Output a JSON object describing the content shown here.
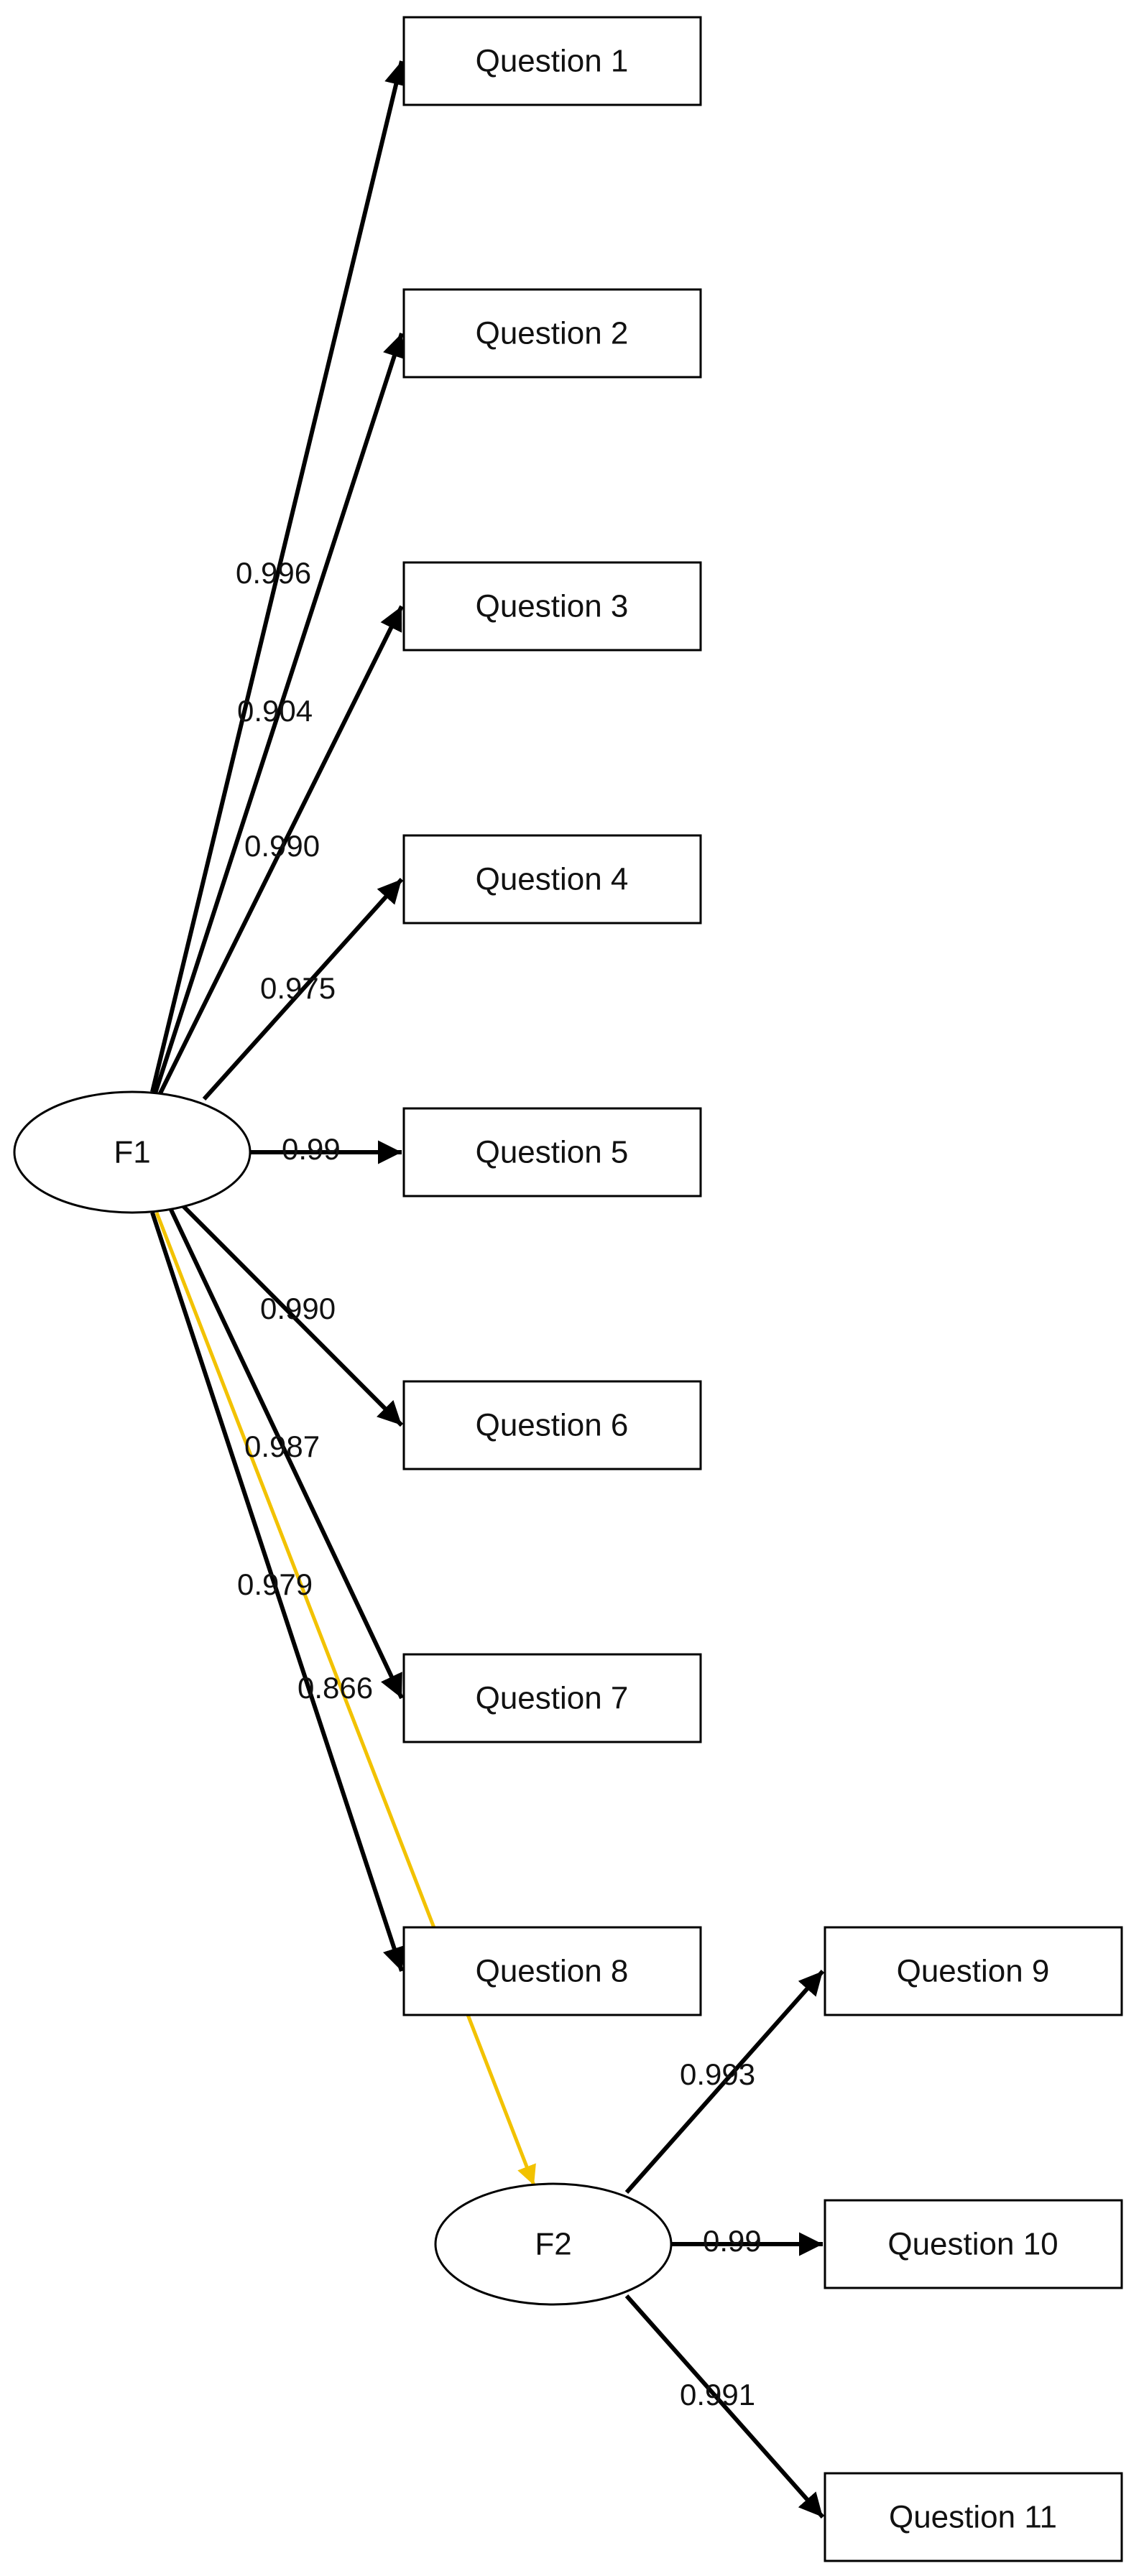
{
  "colors": {
    "edge": "#000000",
    "highlight_edge": "#F2C200",
    "node_fill": "#FFFFFF",
    "node_stroke": "#000000",
    "text": "#111111"
  },
  "diagram": {
    "factors": [
      {
        "id": "F1",
        "label": "F1"
      },
      {
        "id": "F2",
        "label": "F2"
      }
    ],
    "items": [
      {
        "id": "q1",
        "label": "Question 1"
      },
      {
        "id": "q2",
        "label": "Question 2"
      },
      {
        "id": "q3",
        "label": "Question 3"
      },
      {
        "id": "q4",
        "label": "Question 4"
      },
      {
        "id": "q5",
        "label": "Question 5"
      },
      {
        "id": "q6",
        "label": "Question 6"
      },
      {
        "id": "q7",
        "label": "Question 7"
      },
      {
        "id": "q8",
        "label": "Question 8"
      },
      {
        "id": "q9",
        "label": "Question 9"
      },
      {
        "id": "q10",
        "label": "Question 10"
      },
      {
        "id": "q11",
        "label": "Question 11"
      }
    ],
    "edges": [
      {
        "from": "F1",
        "to": "q1",
        "label": "0.996"
      },
      {
        "from": "F1",
        "to": "q2",
        "label": "0.904"
      },
      {
        "from": "F1",
        "to": "q3",
        "label": "0.990"
      },
      {
        "from": "F1",
        "to": "q4",
        "label": "0.975"
      },
      {
        "from": "F1",
        "to": "q5",
        "label": "0.99"
      },
      {
        "from": "F1",
        "to": "q6",
        "label": "0.990"
      },
      {
        "from": "F1",
        "to": "q7",
        "label": "0.987"
      },
      {
        "from": "F1",
        "to": "q8",
        "label": "0.979"
      },
      {
        "from": "F1",
        "to": "F2",
        "label": "0.866",
        "highlight": true
      },
      {
        "from": "F2",
        "to": "q9",
        "label": "0.993"
      },
      {
        "from": "F2",
        "to": "q10",
        "label": "0.99"
      },
      {
        "from": "F2",
        "to": "q11",
        "label": "0.991"
      }
    ]
  }
}
